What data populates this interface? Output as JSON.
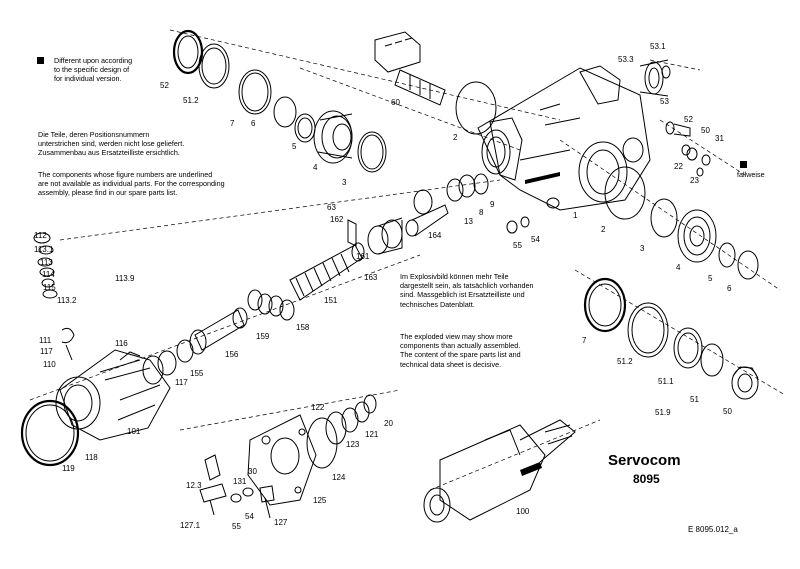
{
  "title": "Servocom",
  "model": "8095",
  "drawing_code": "E 8095.012_a",
  "notes": {
    "legend_different": "Different upon according\nto the specific design of\nfor individual version.",
    "legend_de_parts": "Die Teile, deren Positionsnummern\nunterstrichen sind, werden nicht lose geliefert.\nZusammenbau aus Ersatzteilliste ersichtlich.",
    "legend_en_parts": "The components whose figure numbers are underlined\nare not available as individual parts. For the corresponding\nassembly, please find in our spare parts list.",
    "legend_de_view": "Im Explosivbild können mehr Teile\ndargestellt sein, als tatsächlich vorhanden\nsind. Massgeblich ist Ersatzteilliste und\ntechnisches Datenblatt.",
    "legend_en_view": "The exploded view may show more\ncomponents than actually assembled.\nThe content of the spare parts list and\ntechnical data sheet is decisive.",
    "fallweise": "fallweise"
  },
  "part_labels": [
    {
      "text": "52"
    },
    {
      "text": "51.2"
    },
    {
      "text": "7"
    },
    {
      "text": "6"
    },
    {
      "text": "5"
    },
    {
      "text": "4"
    },
    {
      "text": "3"
    },
    {
      "text": "60"
    },
    {
      "text": "2"
    },
    {
      "text": "1"
    },
    {
      "text": "53.3"
    },
    {
      "text": "53.1"
    },
    {
      "text": "53"
    },
    {
      "text": "52"
    },
    {
      "text": "50"
    },
    {
      "text": "31"
    },
    {
      "text": "22"
    },
    {
      "text": "23"
    },
    {
      "text": "63"
    },
    {
      "text": "162"
    },
    {
      "text": "161"
    },
    {
      "text": "164"
    },
    {
      "text": "13"
    },
    {
      "text": "8"
    },
    {
      "text": "9"
    },
    {
      "text": "55"
    },
    {
      "text": "54"
    },
    {
      "text": "163"
    },
    {
      "text": "151"
    },
    {
      "text": "158"
    },
    {
      "text": "159"
    },
    {
      "text": "112"
    },
    {
      "text": "113.1"
    },
    {
      "text": "113"
    },
    {
      "text": "114"
    },
    {
      "text": "115"
    },
    {
      "text": "113.2"
    },
    {
      "text": "113.9"
    },
    {
      "text": "111"
    },
    {
      "text": "117"
    },
    {
      "text": "110"
    },
    {
      "text": "116"
    },
    {
      "text": "155"
    },
    {
      "text": "156"
    },
    {
      "text": "117"
    },
    {
      "text": "101"
    },
    {
      "text": "118"
    },
    {
      "text": "119"
    },
    {
      "text": "2"
    },
    {
      "text": "3"
    },
    {
      "text": "4"
    },
    {
      "text": "5"
    },
    {
      "text": "6"
    },
    {
      "text": "7"
    },
    {
      "text": "51.2"
    },
    {
      "text": "51.1"
    },
    {
      "text": "51"
    },
    {
      "text": "51.9"
    },
    {
      "text": "50"
    },
    {
      "text": "122"
    },
    {
      "text": "123"
    },
    {
      "text": "121"
    },
    {
      "text": "20"
    },
    {
      "text": "124"
    },
    {
      "text": "125"
    },
    {
      "text": "100"
    },
    {
      "text": "12.3"
    },
    {
      "text": "131"
    },
    {
      "text": "30"
    },
    {
      "text": "127.1"
    },
    {
      "text": "55"
    },
    {
      "text": "54"
    },
    {
      "text": "127"
    }
  ]
}
